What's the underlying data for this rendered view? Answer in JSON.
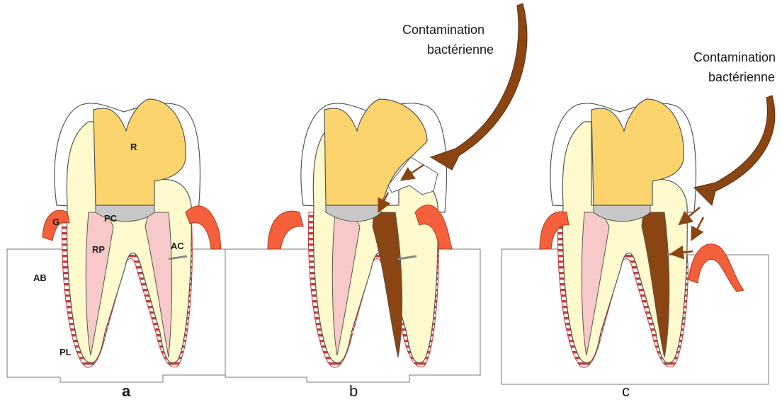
{
  "panels": [
    {
      "caption": "a"
    },
    {
      "caption": "b",
      "contamination": [
        "Contamination",
        "bactérienne"
      ]
    },
    {
      "caption": "c",
      "contamination": [
        "Contamination",
        "bactérienne"
      ]
    }
  ],
  "labels": {
    "R": "R",
    "PC": "PC",
    "G": "G",
    "RP": "RP",
    "AC": "AC",
    "AB": "AB",
    "PL": "PL"
  },
  "colors": {
    "restoration": "#fbd46d",
    "dentin": "#fffacd",
    "pulp_canal": "#f7c9c9",
    "pulp_chamber": "#c8c8c8",
    "gingiva": "#f5603c",
    "ligament_stripe": "#c83c3c",
    "contamination": "#8b4513",
    "bone": "#ffffff"
  }
}
